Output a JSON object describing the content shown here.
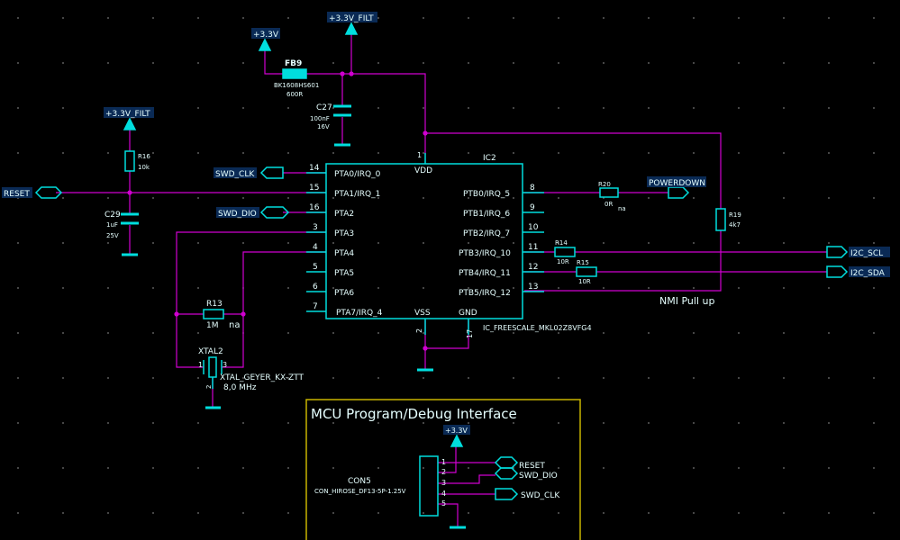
{
  "colors": {
    "background": "#000000",
    "component": "#00dede",
    "wire": "#d000d0",
    "frame": "#c8b400",
    "text": "#e6ffff",
    "grid": "#777777"
  },
  "power": {
    "p33_top": "+3.3V",
    "filt_top": "+3.3V_FILT",
    "filt_left": "+3.3V_FILT",
    "p33_con": "+3.3V"
  },
  "fb9": {
    "ref": "FB9",
    "part": "BK1608HS601",
    "value": "600R"
  },
  "c27": {
    "ref": "C27",
    "value": "100nF",
    "voltage": "16V"
  },
  "r16": {
    "ref": "R16",
    "value": "10k"
  },
  "c29": {
    "ref": "C29",
    "value": "1uF",
    "voltage": "25V"
  },
  "ic2": {
    "ref": "IC2",
    "part": "IC_FREESCALE_MKL02Z8VFG4",
    "vdd": "VDD",
    "vss": "VSS",
    "gnd": "GND",
    "vdd_pin": "1",
    "vss_pin": "2",
    "gnd_pin": "17",
    "left": [
      {
        "num": "14",
        "name": "PTA0/IRQ_0"
      },
      {
        "num": "15",
        "name": "PTA1/IRQ_1"
      },
      {
        "num": "16",
        "name": "PTA2"
      },
      {
        "num": "3",
        "name": "PTA3"
      },
      {
        "num": "4",
        "name": "PTA4"
      },
      {
        "num": "5",
        "name": "PTA5"
      },
      {
        "num": "6",
        "name": "PTA6"
      },
      {
        "num": "7",
        "name": "PTA7/IRQ_4"
      }
    ],
    "right": [
      {
        "num": "8",
        "name": "PTB0/IRQ_5"
      },
      {
        "num": "9",
        "name": "PTB1/IRQ_6"
      },
      {
        "num": "10",
        "name": "PTB2/IRQ_7"
      },
      {
        "num": "11",
        "name": "PTB3/IRQ_10"
      },
      {
        "num": "12",
        "name": "PTB4/IRQ_11"
      },
      {
        "num": "13",
        "name": "PTB5/IRQ_12"
      }
    ]
  },
  "nets": {
    "reset": "RESET",
    "swd_clk": "SWD_CLK",
    "swd_dio": "SWD_DIO",
    "powerdown": "POWERDOWN",
    "i2c_scl": "I2C_SCL",
    "i2c_sda": "I2C_SDA"
  },
  "r20": {
    "ref": "R20",
    "value": "0R",
    "note": "na"
  },
  "r19": {
    "ref": "R19",
    "value": "4k7"
  },
  "r14": {
    "ref": "R14",
    "value": "10R"
  },
  "r15": {
    "ref": "R15",
    "value": "10R"
  },
  "r13": {
    "ref": "R13",
    "value": "1M",
    "note": "na"
  },
  "xtal2": {
    "ref": "XTAL2",
    "part": "XTAL_GEYER_KX-ZTT",
    "freq": "8,0 MHz",
    "pin1": "1",
    "pin2": "2",
    "pin3": "3"
  },
  "nmi_note": "NMI Pull up",
  "debug": {
    "title": "MCU Program/Debug Interface",
    "con_ref": "CON5",
    "con_part": "CON_HIROSE_DF13-5P-1.25V",
    "pins": [
      "1",
      "2",
      "3",
      "4",
      "5"
    ],
    "reset": "RESET",
    "swd_dio": "SWD_DIO",
    "swd_clk": "SWD_CLK"
  }
}
